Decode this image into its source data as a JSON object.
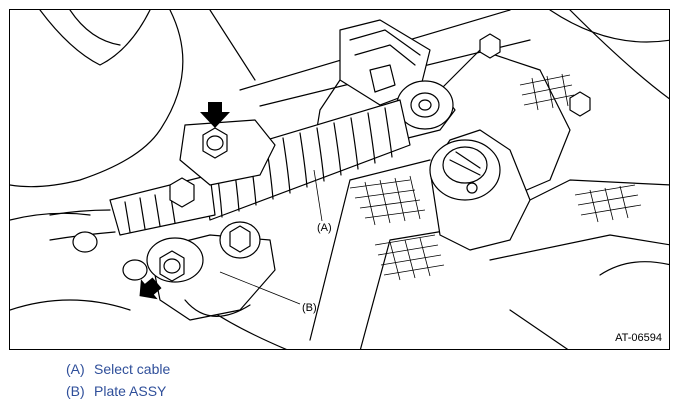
{
  "figure": {
    "code": "AT-06594",
    "callouts": [
      {
        "id": "a",
        "label": "(A)"
      },
      {
        "id": "b",
        "label": "(B)"
      }
    ]
  },
  "legend": {
    "color": "#2f4f9a",
    "items": [
      {
        "key": "(A)",
        "label": "Select cable"
      },
      {
        "key": "(B)",
        "label": "Plate ASSY"
      }
    ]
  }
}
